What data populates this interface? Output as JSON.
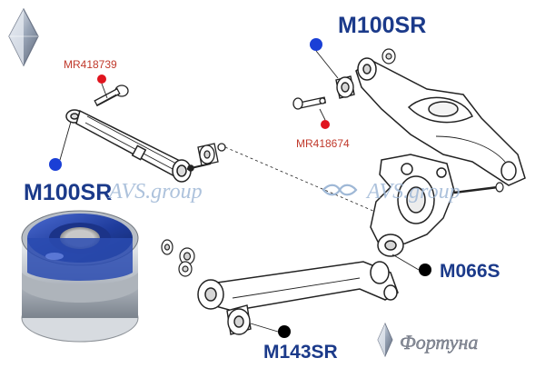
{
  "labels": {
    "part_top_right": "M100SR",
    "part_left": "M100SR",
    "part_knuckle": "M066S",
    "part_lower_arm": "M143SR",
    "bolt_upper_left": "MR418739",
    "bolt_upper_right": "MR418674"
  },
  "watermarks": {
    "left": "AVS.group",
    "right": "AVS.group"
  },
  "brand": {
    "name": "Фортуна"
  },
  "colors": {
    "marker_blue": "#1a3fd6",
    "marker_red": "#e0141e",
    "marker_black": "#000000",
    "part_label": "#1b3a8a",
    "bolt_label": "#c0392b",
    "watermark": "#9fb8d6",
    "bushing_blue": "#2d4fb0",
    "line_art": "#222222"
  },
  "icons": {
    "logo_top_left": "diamond-logo-icon",
    "logo_bottom_right": "diamond-logo-icon",
    "watermark_symbol": "infinity-icon"
  }
}
